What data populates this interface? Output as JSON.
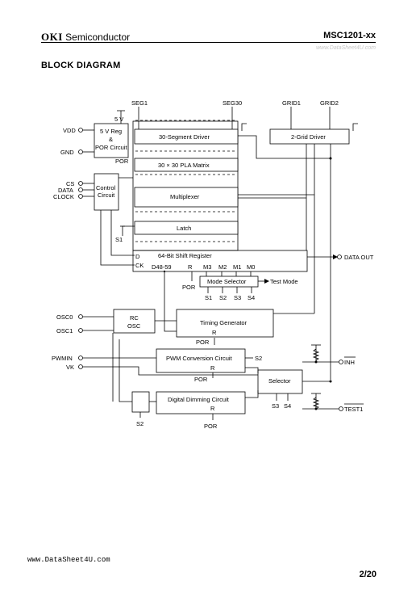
{
  "header": {
    "brand": "OKI",
    "company": "Semiconductor",
    "part": "MSC1201-xx",
    "watermark": "www.DataSheet4U.com"
  },
  "section_title": "BLOCK  DIAGRAM",
  "blocks": {
    "reg": [
      "5 V Reg",
      "&",
      "POR Circuit"
    ],
    "control": [
      "Control",
      "Circuit"
    ],
    "seg_driver": "30-Segment Driver",
    "pla": "30 × 30 PLA Matrix",
    "mux": "Multiplexer",
    "latch": "Latch",
    "shift": "64-Bit Shift Register",
    "grid_driver": "2-Grid Driver",
    "mode_selector": "Mode Selector",
    "rc_osc": [
      "RC",
      "OSC"
    ],
    "timing": "Timing Generator",
    "pwm": "PWM Conversion Circuit",
    "selector": "Selector",
    "dimming": "Digital Dimming Circuit"
  },
  "pins": {
    "vdd": "VDD",
    "gnd": "GND",
    "cs": "CS",
    "data": "DATA",
    "clock": "CLOCK",
    "osc0": "OSC0",
    "osc1": "OSC1",
    "pwmin": "PWMIN",
    "vk": "VK",
    "data_out": "DATA OUT",
    "inh": "INH",
    "test1": "TEST1"
  },
  "labels": {
    "five_v": "5 V",
    "por": "POR",
    "seg1": "SEG1",
    "seg30": "SEG30",
    "grid1": "GRID1",
    "grid2": "GRID2",
    "s1": "S1",
    "s2": "S2",
    "s3": "S3",
    "s4": "S4",
    "d": "D",
    "ck": "CK",
    "d48_59": "D48-59",
    "r": "R",
    "m3": "M3",
    "m2": "M2",
    "m1": "M1",
    "m0": "M0",
    "test_mode": "Test Mode"
  },
  "footer": {
    "watermark": "www.DataSheet4U.com",
    "page": "2/20"
  }
}
